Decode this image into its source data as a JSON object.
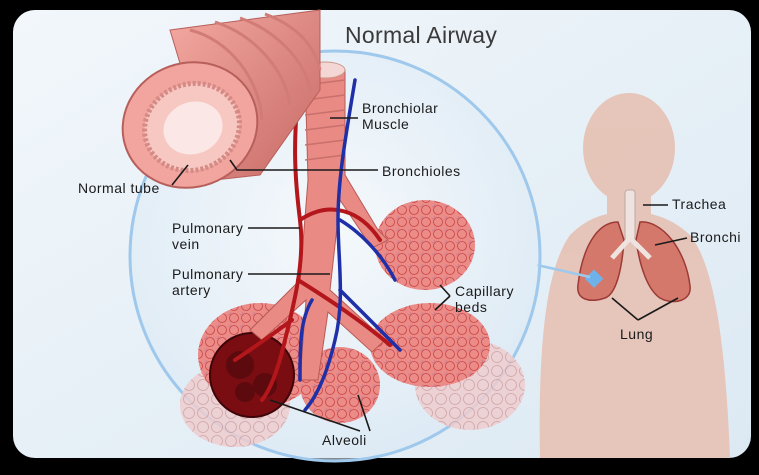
{
  "title": "Normal Airway",
  "labels": {
    "bronchiolar_muscle": "Bronchiolar\nMuscle",
    "bronchioles": "Bronchioles",
    "normal_tube": "Normal tube",
    "pulmonary_vein": "Pulmonary\nvein",
    "pulmonary_artery": "Pulmonary\nartery",
    "capillary_beds": "Capillary\nbeds",
    "alveoli": "Alveoli",
    "trachea": "Trachea",
    "bronchi": "Bronchi",
    "lung": "Lung"
  },
  "colors": {
    "background": "#e8f1f8",
    "silhouette": "#e6c3b6",
    "magnifier_ring": "#9ec8ec",
    "tissue": "#e98a84",
    "artery": "#b3161b",
    "vein": "#1f2fa8",
    "alveoli_dark": "#7a0d12"
  }
}
